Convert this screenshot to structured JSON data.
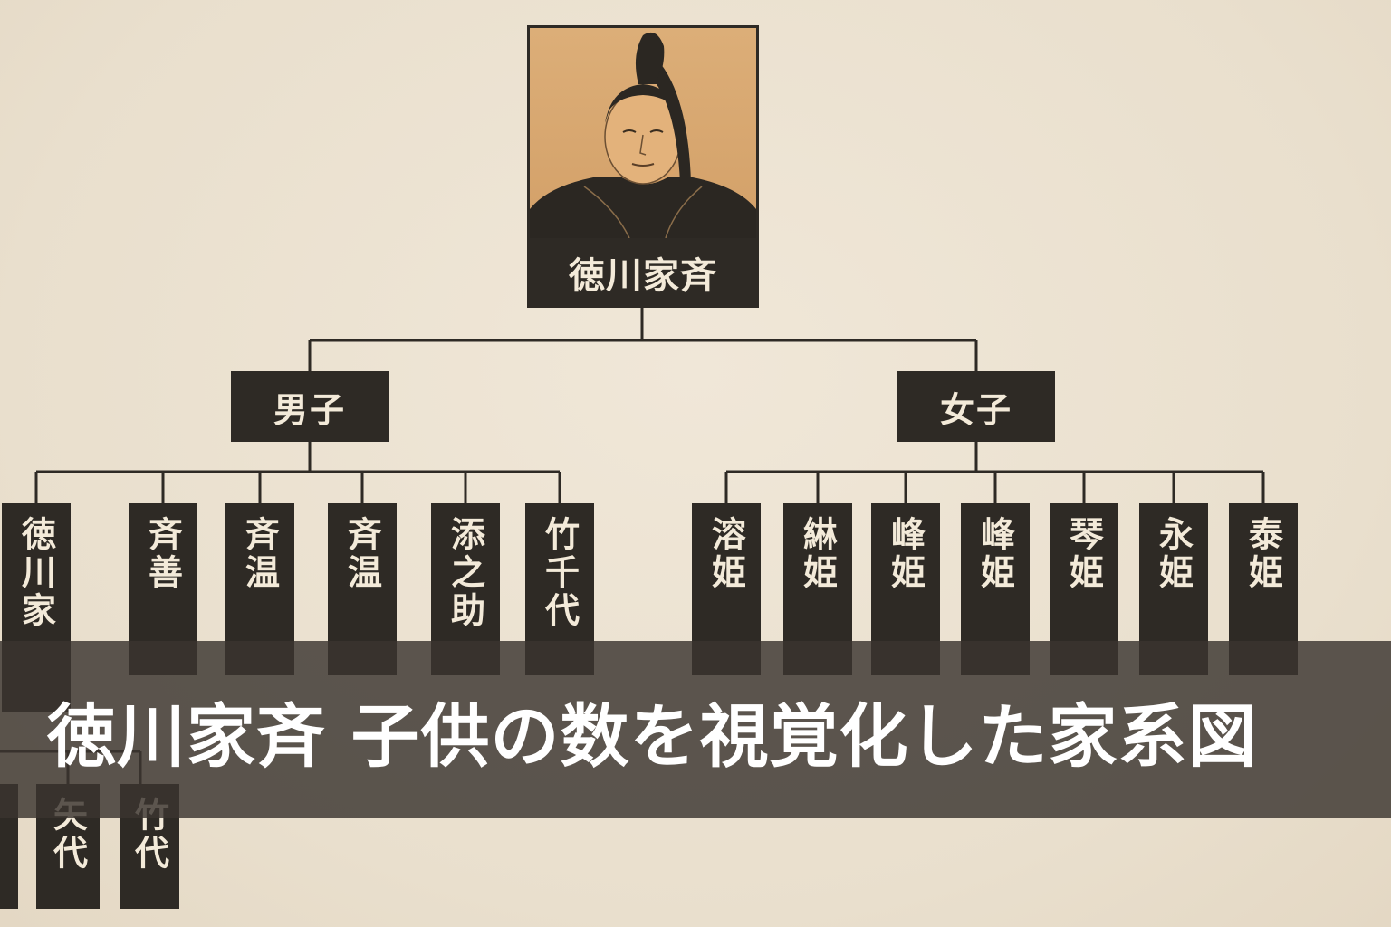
{
  "root": {
    "name": "徳川家斉"
  },
  "groups": {
    "male": {
      "label": "男子"
    },
    "female": {
      "label": "女子"
    }
  },
  "sons": [
    "徳川家",
    "斉善",
    "斉温",
    "斉温",
    "添之助",
    "竹千代"
  ],
  "daughters": [
    "溶姫",
    "綝姫",
    "峰姫",
    "峰姫",
    "琴姫",
    "永姫",
    "泰姫"
  ],
  "lower_children": [
    "",
    "矢代",
    "竹代"
  ],
  "banner": {
    "title": "徳川家斉 子供の数を視覚化した家系図"
  },
  "colors": {
    "box": "#2e2a25",
    "paper": "#ede3d3",
    "line": "#2e2a25",
    "text": "#f3ead9"
  }
}
